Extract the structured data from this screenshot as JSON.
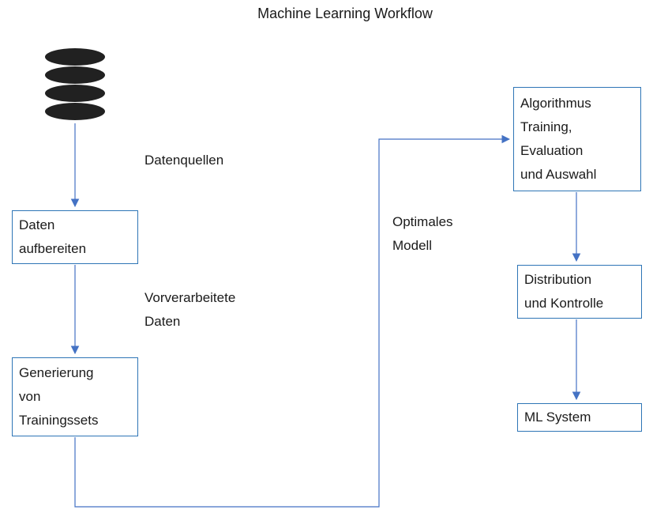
{
  "title": "Machine Learning Workflow",
  "nodes": {
    "prepare": {
      "label": "Daten\naufbereiten"
    },
    "training_sets": {
      "label": "Generierung\nvon\nTrainingssets"
    },
    "algorithm": {
      "label": "Algorithmus\nTraining,\nEvaluation\nund Auswahl"
    },
    "distribution": {
      "label": "Distribution\nund Kontrolle"
    },
    "ml_system": {
      "label": "ML System"
    }
  },
  "edge_labels": {
    "data_sources": "Datenquellen",
    "preprocessed": "Vorverarbeitete\nDaten",
    "optimal_model": "Optimales\nModell"
  },
  "icons": {
    "data_source": "database-icon"
  },
  "colors": {
    "box_border": "#2E75B6",
    "arrow": "#4472C4",
    "text": "#1a1a1a",
    "icon": "#212121",
    "background": "#ffffff"
  }
}
